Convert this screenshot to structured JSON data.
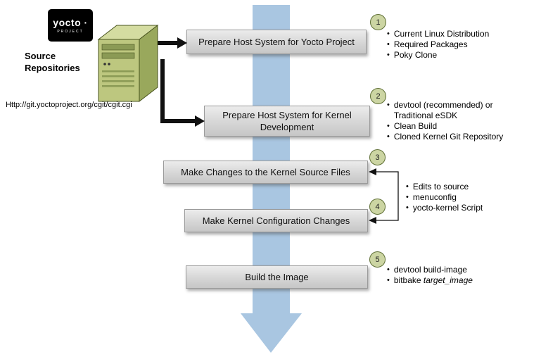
{
  "logo": {
    "brand": "yocto ·",
    "sub": "PROJECT"
  },
  "source": {
    "label": "Source Repositories",
    "url": "Http://git.yoctoproject.org/cgit/cgit.cgi"
  },
  "steps": [
    {
      "num": "1",
      "label": "Prepare Host System for Yocto Project",
      "bullets": [
        "Current Linux Distribution",
        "Required Packages",
        "Poky Clone"
      ]
    },
    {
      "num": "2",
      "label": "Prepare Host System for Kernel Development",
      "bullets": [
        "devtool (recommended) or Traditional eSDK",
        "Clean Build",
        "Cloned Kernel Git Repository"
      ]
    },
    {
      "num": "3",
      "label": "Make Changes to the Kernel Source Files"
    },
    {
      "num": "4",
      "label": "Make Kernel Configuration Changes"
    },
    {
      "num": "5",
      "label": "Build the Image"
    }
  ],
  "shared_bullets_steps_3_4": [
    "Edits to source",
    "menuconfig",
    "yocto-kernel Script"
  ],
  "step5_bullets": {
    "first": "devtool build-image",
    "second_plain": "bitbake",
    "second_italic": "target_image"
  },
  "colors": {
    "flow_arrow_blue": "#a9c6e1",
    "box_gray": "#d6d6d6",
    "circle_fill": "#ccd5a3",
    "circle_border": "#5f6f35",
    "server_green": "#bdc77f"
  }
}
